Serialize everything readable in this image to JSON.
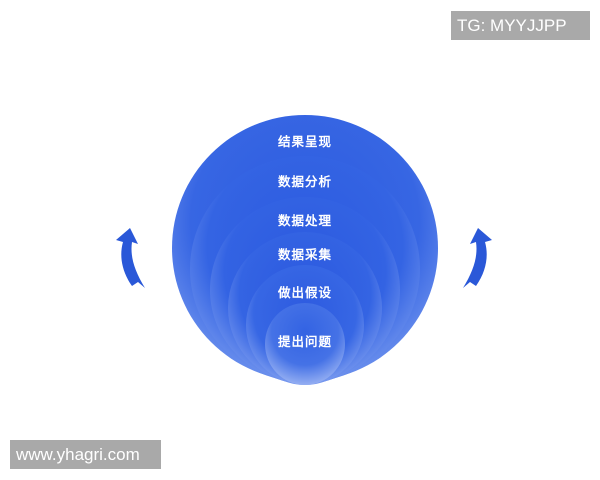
{
  "watermarks": {
    "top_right": "TG: MYYJJPP",
    "bottom_left": "www.yhagri.com"
  },
  "diagram": {
    "layers": [
      {
        "label": "结果呈现",
        "level": 6
      },
      {
        "label": "数据分析",
        "level": 5
      },
      {
        "label": "数据处理",
        "level": 4
      },
      {
        "label": "数据采集",
        "level": 3
      },
      {
        "label": "做出假设",
        "level": 2
      },
      {
        "label": "提出问题",
        "level": 1
      }
    ],
    "arrows": [
      "curved-up-arrow-left",
      "curved-up-arrow-right"
    ],
    "colors": {
      "primary": "#2f5fe0",
      "fade": "#ffffff",
      "arrow": "#2a58d8"
    }
  }
}
